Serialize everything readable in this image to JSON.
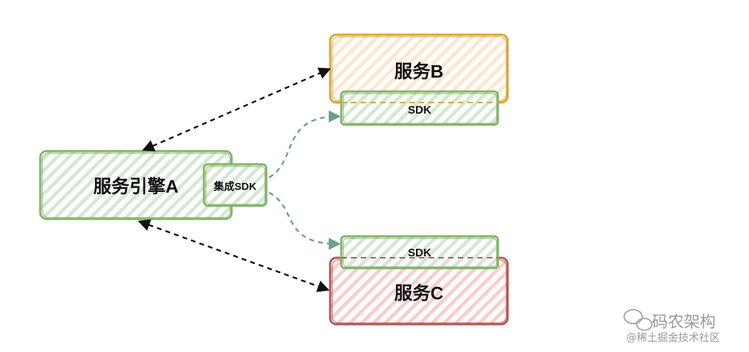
{
  "nodes": {
    "engine_a": {
      "label": "服务引擎A"
    },
    "integrated_sdk": {
      "label": "集成SDK"
    },
    "service_b": {
      "label": "服务B"
    },
    "sdk_b": {
      "label": "SDK"
    },
    "service_c": {
      "label": "服务C"
    },
    "sdk_c": {
      "label": "SDK"
    }
  },
  "colors": {
    "green_stroke": "#82b366",
    "green_fill": "#d5e8d4",
    "orange_stroke": "#d6a53a",
    "orange_fill": "#ffe6cc",
    "red_stroke": "#b85450",
    "red_fill": "#f8cecc",
    "black_arrow": "#111111",
    "teal_arrow": "#6e9f8f"
  },
  "watermark": {
    "brand": "码农架构",
    "source": "@稀土掘金技术社区"
  }
}
